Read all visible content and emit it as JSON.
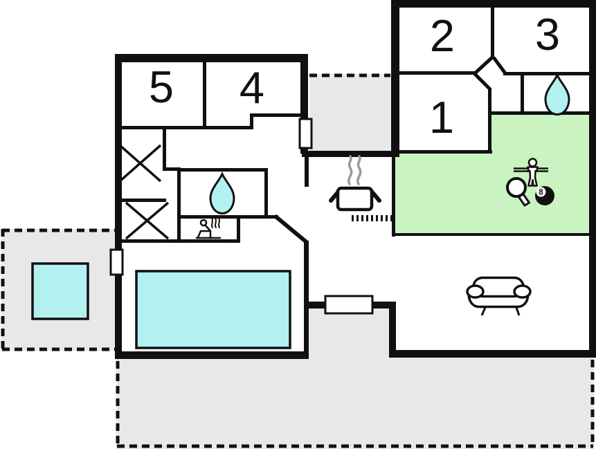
{
  "floorplan": {
    "description": "holiday home floor plan",
    "rooms": {
      "room1": {
        "label": "1"
      },
      "room2": {
        "label": "2"
      },
      "room3": {
        "label": "3"
      },
      "room4": {
        "label": "4"
      },
      "room5": {
        "label": "5"
      }
    },
    "billiard_ball_label": "8",
    "icons": [
      "water-drop-icon",
      "sauna-person-icon",
      "wardrobe-cross-icon",
      "stove-pot-icon",
      "steam-icon",
      "kitchen-counter-hatch",
      "swimming-pool",
      "hot-tub",
      "foosball-player-icon",
      "table-tennis-paddle-icon",
      "billiard-8-ball-icon",
      "sofa-icon",
      "door-opening",
      "terrace-dashed-boundary"
    ],
    "colors": {
      "background": "#ffffff",
      "wall": "#101010",
      "water": "#b3f1f1",
      "activity_room": "#c9f3c0",
      "terrace": "#e8e8e8",
      "steam": "#999999",
      "white": "#ffffff"
    }
  }
}
